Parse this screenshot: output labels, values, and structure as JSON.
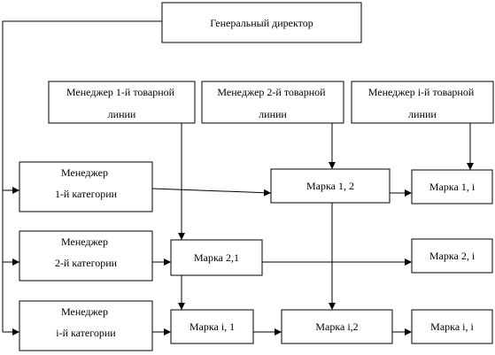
{
  "nodes": {
    "gd": {
      "lines": [
        "Генеральный директор"
      ]
    },
    "mtl1": {
      "lines": [
        "Менеджер 1-й товарной",
        "линии"
      ]
    },
    "mtl2": {
      "lines": [
        "Менеджер 2-й товарной",
        "линии"
      ]
    },
    "mtli": {
      "lines": [
        "Менеджер i-й товарной",
        "линии"
      ]
    },
    "mk1": {
      "lines": [
        "Менеджер",
        "1-й категории"
      ]
    },
    "mk2": {
      "lines": [
        "Менеджер",
        "2-й категории"
      ]
    },
    "mki": {
      "lines": [
        "Менеджер",
        "i-й категории"
      ]
    },
    "m12": {
      "lines": [
        "Марка 1, 2"
      ]
    },
    "m1i": {
      "lines": [
        "Марка 1, i"
      ]
    },
    "m21": {
      "lines": [
        "Марка 2,1"
      ]
    },
    "m2i": {
      "lines": [
        "Марка 2, i"
      ]
    },
    "mi1": {
      "lines": [
        "Марка i, 1"
      ]
    },
    "mi2": {
      "lines": [
        "Марка i,2"
      ]
    },
    "mii": {
      "lines": [
        "Марка i, i"
      ]
    }
  }
}
